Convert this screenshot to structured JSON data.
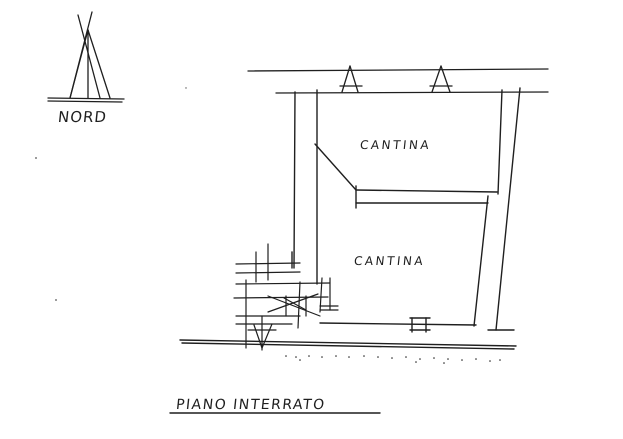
{
  "drawing": {
    "north_label": "NORD",
    "rooms": [
      {
        "label": "CANTINA"
      },
      {
        "label": "CANTINA"
      }
    ],
    "floor_title": "PIANO INTERRATO",
    "icons": {
      "north_arrow": "north-arrow-icon",
      "section_marks": "section-arrow-icon"
    },
    "ink_color": "#1f1f1f",
    "paper_color": "#ffffff"
  }
}
